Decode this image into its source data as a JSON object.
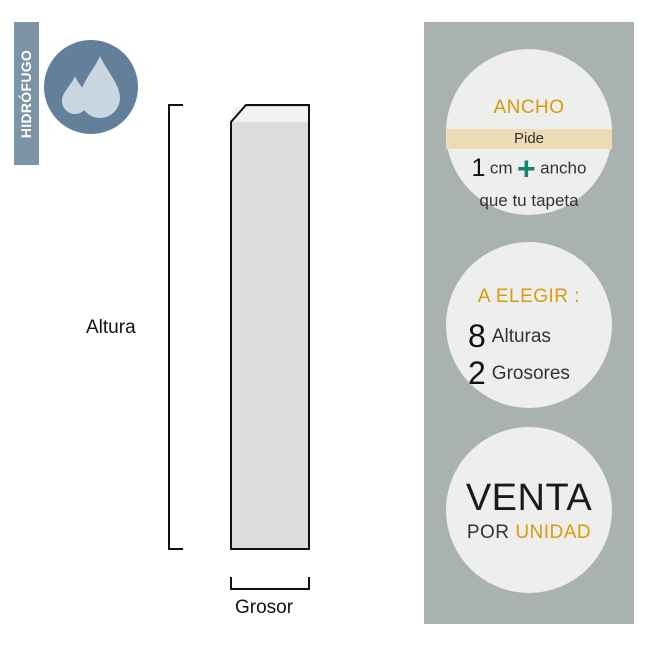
{
  "badge": {
    "text": "HIDRÓFUGO",
    "icon": "water-drops-icon",
    "strip_color": "#7b95a6",
    "circle_color": "#62809a"
  },
  "diagram": {
    "height_label": "Altura",
    "thickness_label": "Grosor"
  },
  "panel": {
    "background": "#aab2b1",
    "accent_color": "#d89a0e",
    "plus_color": "#167e73",
    "width_info": {
      "title": "ANCHO",
      "band_text": "Pide",
      "number": "1",
      "unit": "cm",
      "plus_icon": "plus-icon",
      "word": "ancho",
      "subtitle": "que tu tapeta"
    },
    "choose_info": {
      "title": "A ELEGIR :",
      "rows": [
        {
          "number": "8",
          "label": "Alturas"
        },
        {
          "number": "2",
          "label": "Grosores"
        }
      ]
    },
    "sale_info": {
      "title": "VENTA",
      "prefix": "POR",
      "accent": "UNIDAD"
    }
  }
}
